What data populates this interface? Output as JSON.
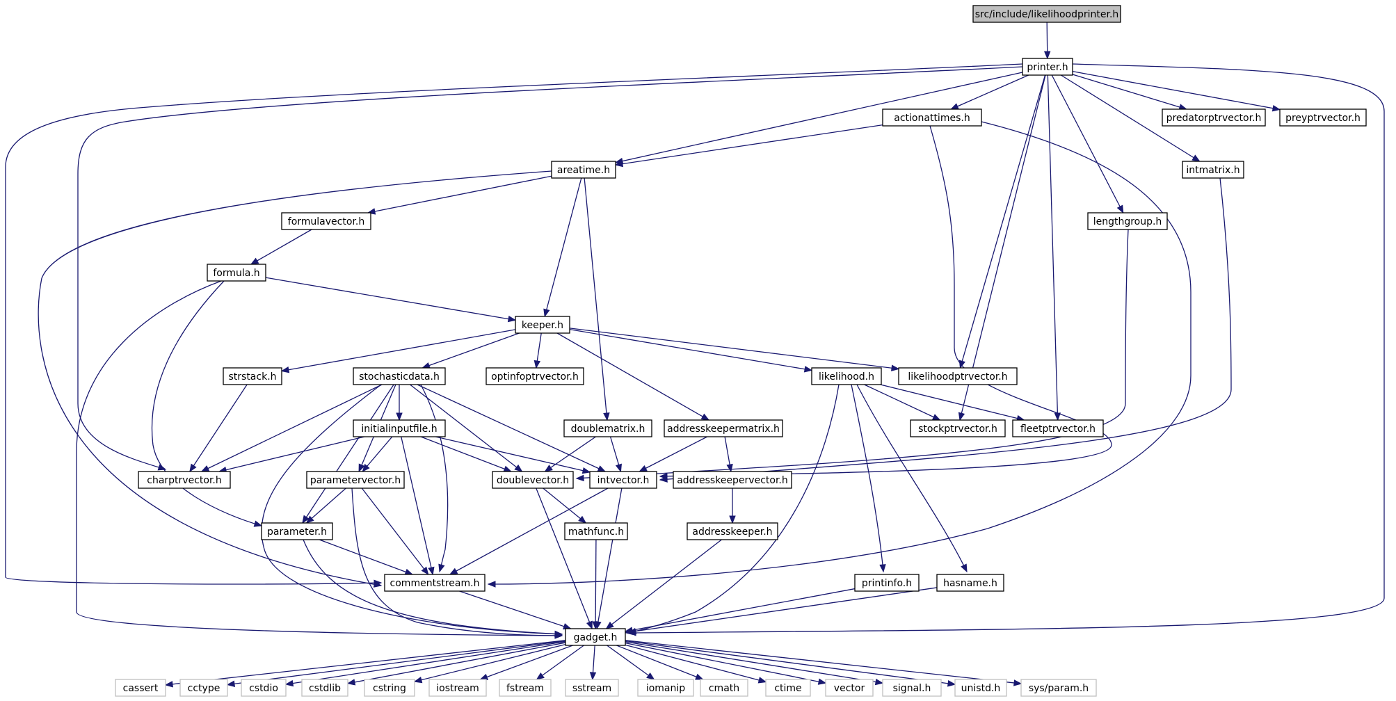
{
  "diagram": {
    "nodes": [
      {
        "id": "likelihoodprinter",
        "label": "src/include/likelihoodprinter.h",
        "style": "root"
      },
      {
        "id": "printer",
        "label": "printer.h",
        "style": "normal"
      },
      {
        "id": "actionattimes",
        "label": "actionattimes.h",
        "style": "normal"
      },
      {
        "id": "predatorptrvector",
        "label": "predatorptrvector.h",
        "style": "normal"
      },
      {
        "id": "preyptrvector",
        "label": "preyptrvector.h",
        "style": "normal"
      },
      {
        "id": "areatime",
        "label": "areatime.h",
        "style": "normal"
      },
      {
        "id": "intmatrix",
        "label": "intmatrix.h",
        "style": "normal"
      },
      {
        "id": "formulavector",
        "label": "formulavector.h",
        "style": "normal"
      },
      {
        "id": "lengthgroup",
        "label": "lengthgroup.h",
        "style": "normal"
      },
      {
        "id": "formula",
        "label": "formula.h",
        "style": "normal"
      },
      {
        "id": "keeper",
        "label": "keeper.h",
        "style": "normal"
      },
      {
        "id": "strstack",
        "label": "strstack.h",
        "style": "normal"
      },
      {
        "id": "stochasticdata",
        "label": "stochasticdata.h",
        "style": "normal"
      },
      {
        "id": "optinfoptrvector",
        "label": "optinfoptrvector.h",
        "style": "normal"
      },
      {
        "id": "likelihood",
        "label": "likelihood.h",
        "style": "normal"
      },
      {
        "id": "likelihoodptrvector",
        "label": "likelihoodptrvector.h",
        "style": "normal"
      },
      {
        "id": "initialinputfile",
        "label": "initialinputfile.h",
        "style": "normal"
      },
      {
        "id": "doublematrix",
        "label": "doublematrix.h",
        "style": "normal"
      },
      {
        "id": "addresskeepermatrix",
        "label": "addresskeepermatrix.h",
        "style": "normal"
      },
      {
        "id": "stockptrvector",
        "label": "stockptrvector.h",
        "style": "normal"
      },
      {
        "id": "fleetptrvector",
        "label": "fleetptrvector.h",
        "style": "normal"
      },
      {
        "id": "charptrvector",
        "label": "charptrvector.h",
        "style": "normal"
      },
      {
        "id": "parametervector",
        "label": "parametervector.h",
        "style": "normal"
      },
      {
        "id": "doublevector",
        "label": "doublevector.h",
        "style": "normal"
      },
      {
        "id": "intvector",
        "label": "intvector.h",
        "style": "normal"
      },
      {
        "id": "addresskeepervector",
        "label": "addresskeepervector.h",
        "style": "normal"
      },
      {
        "id": "parameter",
        "label": "parameter.h",
        "style": "normal"
      },
      {
        "id": "mathfunc",
        "label": "mathfunc.h",
        "style": "normal"
      },
      {
        "id": "addresskeeper",
        "label": "addresskeeper.h",
        "style": "normal"
      },
      {
        "id": "commentstream",
        "label": "commentstream.h",
        "style": "normal"
      },
      {
        "id": "printinfo",
        "label": "printinfo.h",
        "style": "normal"
      },
      {
        "id": "hasname",
        "label": "hasname.h",
        "style": "normal"
      },
      {
        "id": "gadget",
        "label": "gadget.h",
        "style": "normal"
      },
      {
        "id": "cassert",
        "label": "cassert",
        "style": "system"
      },
      {
        "id": "cctype",
        "label": "cctype",
        "style": "system"
      },
      {
        "id": "cstdio",
        "label": "cstdio",
        "style": "system"
      },
      {
        "id": "cstdlib",
        "label": "cstdlib",
        "style": "system"
      },
      {
        "id": "cstring",
        "label": "cstring",
        "style": "system"
      },
      {
        "id": "iostream",
        "label": "iostream",
        "style": "system"
      },
      {
        "id": "fstream",
        "label": "fstream",
        "style": "system"
      },
      {
        "id": "sstream",
        "label": "sstream",
        "style": "system"
      },
      {
        "id": "iomanip",
        "label": "iomanip",
        "style": "system"
      },
      {
        "id": "cmath",
        "label": "cmath",
        "style": "system"
      },
      {
        "id": "ctime",
        "label": "ctime",
        "style": "system"
      },
      {
        "id": "vector",
        "label": "vector",
        "style": "system"
      },
      {
        "id": "signal",
        "label": "signal.h",
        "style": "system"
      },
      {
        "id": "unistd",
        "label": "unistd.h",
        "style": "system"
      },
      {
        "id": "sysparam",
        "label": "sys/param.h",
        "style": "system"
      }
    ],
    "edges": [
      [
        "likelihoodprinter",
        "printer"
      ],
      [
        "printer",
        "actionattimes"
      ],
      [
        "printer",
        "predatorptrvector"
      ],
      [
        "printer",
        "preyptrvector"
      ],
      [
        "printer",
        "areatime"
      ],
      [
        "printer",
        "intmatrix"
      ],
      [
        "printer",
        "lengthgroup"
      ],
      [
        "printer",
        "likelihoodptrvector"
      ],
      [
        "printer",
        "stockptrvector"
      ],
      [
        "printer",
        "fleetptrvector"
      ],
      [
        "printer",
        "charptrvector"
      ],
      [
        "printer",
        "commentstream"
      ],
      [
        "printer",
        "gadget"
      ],
      [
        "actionattimes",
        "areatime"
      ],
      [
        "actionattimes",
        "intvector"
      ],
      [
        "actionattimes",
        "commentstream"
      ],
      [
        "areatime",
        "formulavector"
      ],
      [
        "areatime",
        "keeper"
      ],
      [
        "areatime",
        "doublematrix"
      ],
      [
        "areatime",
        "commentstream"
      ],
      [
        "intmatrix",
        "intvector"
      ],
      [
        "lengthgroup",
        "doublevector"
      ],
      [
        "formulavector",
        "formula"
      ],
      [
        "formula",
        "keeper"
      ],
      [
        "formula",
        "parameter"
      ],
      [
        "formula",
        "gadget"
      ],
      [
        "keeper",
        "strstack"
      ],
      [
        "keeper",
        "stochasticdata"
      ],
      [
        "keeper",
        "optinfoptrvector"
      ],
      [
        "keeper",
        "addresskeepermatrix"
      ],
      [
        "keeper",
        "likelihood"
      ],
      [
        "keeper",
        "likelihoodptrvector"
      ],
      [
        "strstack",
        "charptrvector"
      ],
      [
        "stochasticdata",
        "charptrvector"
      ],
      [
        "stochasticdata",
        "initialinputfile"
      ],
      [
        "stochasticdata",
        "parametervector"
      ],
      [
        "stochasticdata",
        "parameter"
      ],
      [
        "stochasticdata",
        "doublevector"
      ],
      [
        "stochasticdata",
        "intvector"
      ],
      [
        "stochasticdata",
        "commentstream"
      ],
      [
        "stochasticdata",
        "gadget"
      ],
      [
        "likelihood",
        "stockptrvector"
      ],
      [
        "likelihood",
        "fleetptrvector"
      ],
      [
        "likelihood",
        "printinfo"
      ],
      [
        "likelihood",
        "hasname"
      ],
      [
        "likelihood",
        "gadget"
      ],
      [
        "initialinputfile",
        "charptrvector"
      ],
      [
        "initialinputfile",
        "parametervector"
      ],
      [
        "initialinputfile",
        "doublevector"
      ],
      [
        "initialinputfile",
        "intvector"
      ],
      [
        "initialinputfile",
        "commentstream"
      ],
      [
        "doublematrix",
        "doublevector"
      ],
      [
        "doublematrix",
        "intvector"
      ],
      [
        "addresskeepermatrix",
        "intvector"
      ],
      [
        "addresskeepermatrix",
        "addresskeepervector"
      ],
      [
        "parametervector",
        "parameter"
      ],
      [
        "parametervector",
        "commentstream"
      ],
      [
        "parametervector",
        "gadget"
      ],
      [
        "doublevector",
        "mathfunc"
      ],
      [
        "doublevector",
        "gadget"
      ],
      [
        "intvector",
        "commentstream"
      ],
      [
        "intvector",
        "gadget"
      ],
      [
        "addresskeepervector",
        "addresskeeper"
      ],
      [
        "parameter",
        "commentstream"
      ],
      [
        "parameter",
        "gadget"
      ],
      [
        "mathfunc",
        "gadget"
      ],
      [
        "addresskeeper",
        "gadget"
      ],
      [
        "commentstream",
        "gadget"
      ],
      [
        "printinfo",
        "gadget"
      ],
      [
        "hasname",
        "gadget"
      ],
      [
        "gadget",
        "cassert"
      ],
      [
        "gadget",
        "cctype"
      ],
      [
        "gadget",
        "cstdio"
      ],
      [
        "gadget",
        "cstdlib"
      ],
      [
        "gadget",
        "cstring"
      ],
      [
        "gadget",
        "iostream"
      ],
      [
        "gadget",
        "fstream"
      ],
      [
        "gadget",
        "sstream"
      ],
      [
        "gadget",
        "iomanip"
      ],
      [
        "gadget",
        "cmath"
      ],
      [
        "gadget",
        "ctime"
      ],
      [
        "gadget",
        "vector"
      ],
      [
        "gadget",
        "signal"
      ],
      [
        "gadget",
        "unistd"
      ],
      [
        "gadget",
        "sysparam"
      ]
    ],
    "colors": {
      "edge": "#191970",
      "root_fill": "#bfbfbf",
      "node_fill": "#ffffff",
      "node_border": "#000000",
      "system_border": "#bfbfbf",
      "text": "#000000"
    }
  }
}
